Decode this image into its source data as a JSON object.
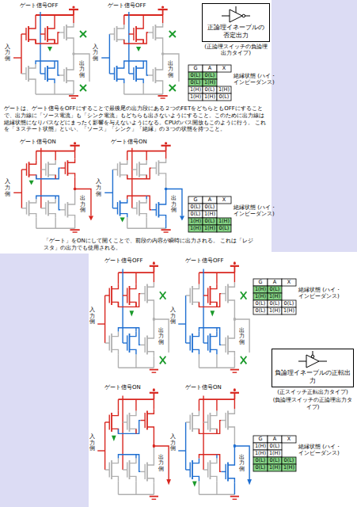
{
  "diagram": {
    "nodes": [
      {
        "text": [
          "正論理イネーブルの否定出力",
          "(正論理スイッチの負論理出力タイプ)"
        ]
      },
      {
        "text": [
          "負論理イネーブルの正転出力",
          "(正スイッチ正転出力タイプ)",
          "(負論理スイッチの正論理出力タイプ)"
        ]
      }
    ],
    "labels": [
      "ゲート信号OFF",
      "入力側",
      "出力側",
      "ゲート信号OFF",
      "入力側",
      "出力側",
      "G",
      "A",
      "X",
      "0(L)",
      "0(L)",
      "0(L)",
      "1(H)",
      "1(H)",
      "0(L)",
      "1(H)",
      "1(H)",
      "1(H)",
      "0(L)",
      "絶縁状態 (ハイ・インピーダンス)",
      "ゲートは、ゲート信号をOFFにすることで最後尾の出力段にある２つのFETをどちらともOFFにすることで、出力線に「ソース電流」も「シンク電流」もどちらも出さないようにすること。このために出力線は絶縁状態になりバスなどにまったく影響を与えないようになる。CPUのバス開放もこのように行う。 これを「３ステート状態」といい、「ソース」「シンク」「絶縁」の３つの状態を持つこと。",
      "ゲート信号ON",
      "入力側",
      "出力側",
      "ゲート信号ON",
      "入力側",
      "出力側",
      "G",
      "A",
      "X",
      "0(L)",
      "0(L)",
      "0(L)",
      "1(H)",
      "1(H)",
      "0(L)",
      "1(H)",
      "1(H)",
      "1(H)",
      "0(L)",
      "絶縁状態 (ハイ・インピーダンス)",
      "「ゲート」をONにして開くことで、前段の内容が瞬時に出力される。 これは「レジスタ」の出力でも使用される。",
      "ゲート信号OFF",
      "入力側",
      "出力側",
      "ゲート信号OFF",
      "入力側",
      "出力側",
      "G",
      "A",
      "X",
      "1(H)",
      "0(L)",
      "1(H)",
      "1(H)",
      "0(L)",
      "0(L)",
      "0(L)",
      "0(L)",
      "1(H)",
      "1(H)",
      "絶縁状態 (ハイ・インピーダンス)",
      "ゲート信号ON",
      "入力側",
      "出力側",
      "ゲート信号ON",
      "入力側",
      "出力側",
      "G",
      "A",
      "X",
      "1(H)",
      "0(L)",
      "1(H)",
      "1(H)",
      "0(L)",
      "0(L)",
      "0(L)",
      "0(L)",
      "1(H)",
      "1(H)",
      "絶縁状態 (ハイ・インピーダンス)"
    ]
  }
}
